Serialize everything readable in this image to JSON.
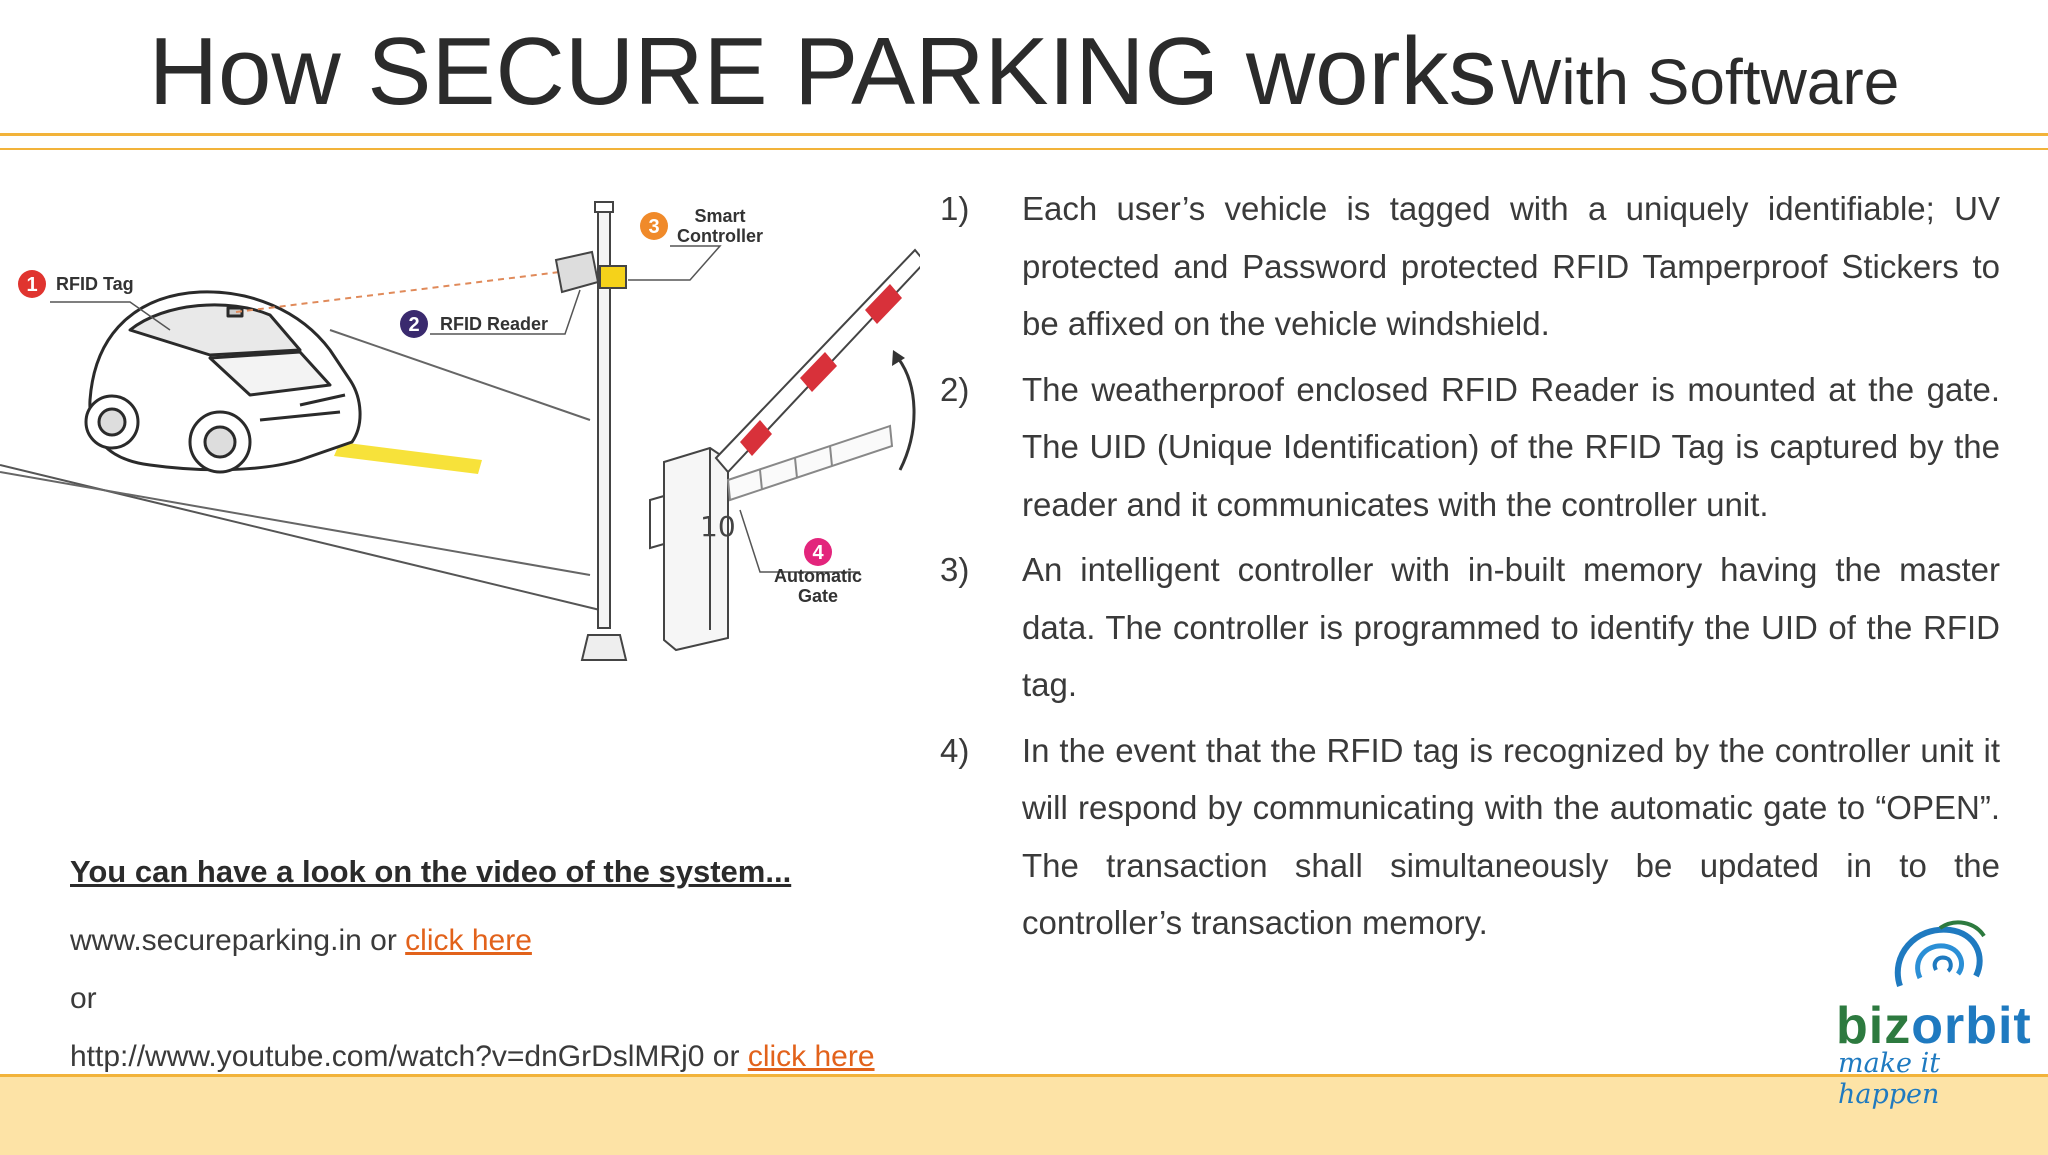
{
  "title": {
    "main": "How SECURE PARKING works",
    "sub": "With Software"
  },
  "figure": {
    "labels": {
      "rfid_tag": "RFID Tag",
      "rfid_reader": "RFID Reader",
      "smart_controller_1": "Smart",
      "smart_controller_2": "Controller",
      "automatic_gate_1": "Automatic",
      "automatic_gate_2": "Gate"
    },
    "numbers": {
      "n1": "1",
      "n2": "2",
      "n3": "3",
      "n4": "4"
    },
    "colors": {
      "n1": "#e0342f",
      "n2": "#3a2a6e",
      "n3": "#f08a2a",
      "n4": "#e3257c",
      "stripe": "#d8313a",
      "marker": "#f7e23a"
    }
  },
  "steps": [
    {
      "num": "1)",
      "text": "Each user’s vehicle is tagged with a uniquely identifiable; UV protected and Password protected RFID Tamperproof Stickers to be affixed on the vehicle windshield."
    },
    {
      "num": "2)",
      "text": "The weatherproof enclosed RFID Reader is mounted at the gate. The UID (Unique Identification) of the RFID Tag is captured by the reader and it communicates with the controller unit."
    },
    {
      "num": "3)",
      "text": "An intelligent controller with in-built memory having the master data. The controller is programmed to identify the UID of the RFID tag."
    },
    {
      "num": "4)",
      "text": "In the event that the RFID tag is recognized by the controller unit it will respond by communicating with the automatic gate to “OPEN”. The transaction shall simultaneously be updated in to the controller’s transaction memory."
    }
  ],
  "video": {
    "heading": "You can have a look on the video of the system...",
    "site": "www.secureparking.in",
    "or_inline": "or",
    "link1": "click here",
    "or_line": "or",
    "youtube": "http://www.youtube.com/watch?v=dnGrDslMRj0",
    "link2": "click here"
  },
  "logo": {
    "brand_1": "biz",
    "brand_2": "orbit",
    "tagline": "make it happen"
  }
}
